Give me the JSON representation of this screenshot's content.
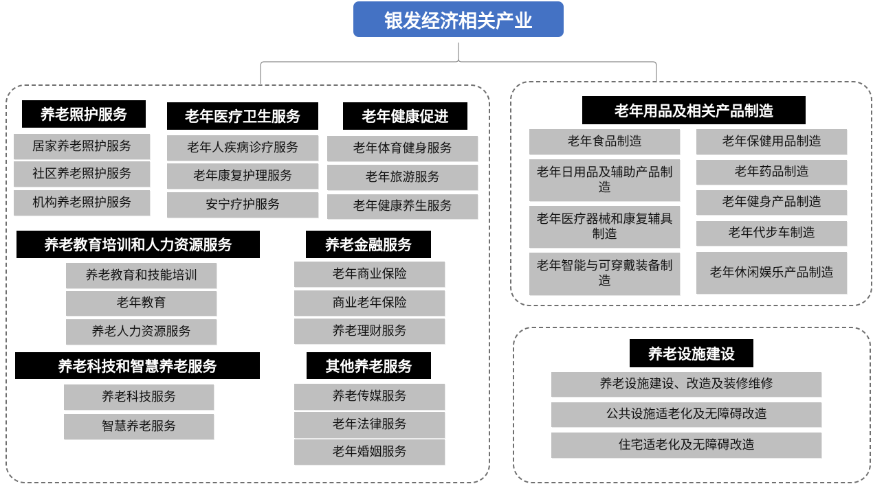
{
  "title": "银发经济相关产业",
  "sections": {
    "elder_care": {
      "header": "养老照护服务",
      "items": [
        "居家养老照护服务",
        "社区养老照护服务",
        "机构养老照护服务"
      ]
    },
    "medical": {
      "header": "老年医疗卫生服务",
      "items": [
        "老年人疾病诊疗服务",
        "老年康复护理服务",
        "安宁疗护服务"
      ]
    },
    "health_promotion": {
      "header": "老年健康促进",
      "items": [
        "老年体育健身服务",
        "老年旅游服务",
        "老年健康养生服务"
      ]
    },
    "education_hr": {
      "header": "养老教育培训和人力资源服务",
      "items": [
        "养老教育和技能培训",
        "老年教育",
        "养老人力资源服务"
      ]
    },
    "finance": {
      "header": "养老金融服务",
      "items": [
        "老年商业保险",
        "商业老年保险",
        "养老理财服务"
      ]
    },
    "tech": {
      "header": "养老科技和智慧养老服务",
      "items": [
        "养老科技服务",
        "智慧养老服务"
      ]
    },
    "other": {
      "header": "其他养老服务",
      "items": [
        "养老传媒服务",
        "老年法律服务",
        "老年婚姻服务"
      ]
    },
    "products": {
      "header": "老年用品及相关产品制造",
      "items": [
        "老年食品制造",
        "老年日用品及辅助产品制造",
        "老年医疗器械和康复辅具制造",
        "老年智能与可穿戴装备制造",
        "老年保健用品制造",
        "老年药品制造",
        "老年健身产品制造",
        "老年代步车制造",
        "老年休闲娱乐产品制造"
      ]
    },
    "facilities": {
      "header": "养老设施建设",
      "items": [
        "养老设施建设、改造及装修维修",
        "公共设施适老化及无障碍改造",
        "住宅适老化及无障碍改造"
      ]
    }
  }
}
